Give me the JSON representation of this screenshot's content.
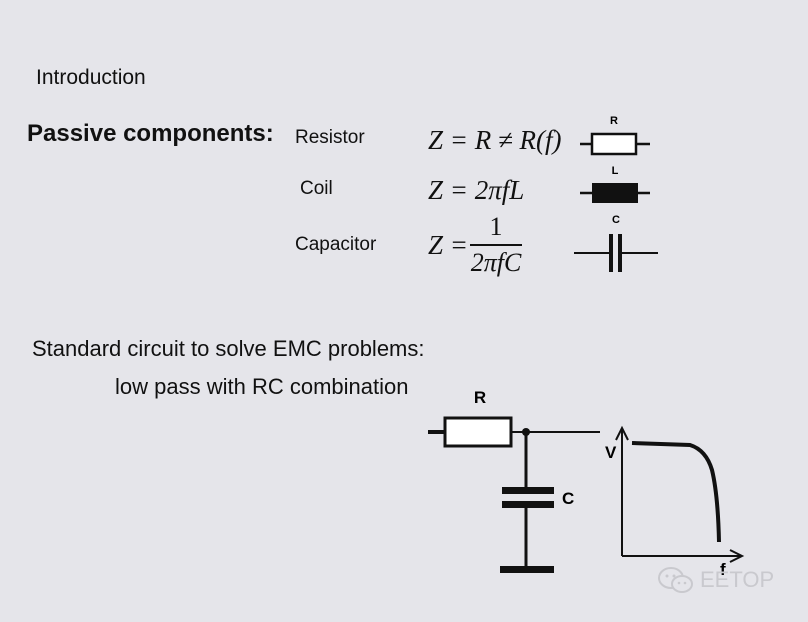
{
  "slide": {
    "title": "Introduction",
    "heading": "Passive components:",
    "components": [
      {
        "name": "Resistor",
        "symbol_label": "R"
      },
      {
        "name": "Coil",
        "symbol_label": "L"
      },
      {
        "name": "Capacitor",
        "symbol_label": "C"
      }
    ],
    "formulas": {
      "resistor": "Z = R ≠ R(f)",
      "coil": "Z = 2πfL",
      "capacitor_lhs": "Z =",
      "capacitor_num": "1",
      "capacitor_den": "2πfC"
    },
    "standard_circuit": "Standard circuit to solve EMC problems:",
    "low_pass": "low pass with RC combination",
    "circuit": {
      "r_label": "R",
      "c_label": "C"
    },
    "graph": {
      "y_label": "V",
      "x_label": "f"
    }
  },
  "watermark": {
    "text": "EETOP",
    "icon": "wechat-icon"
  }
}
